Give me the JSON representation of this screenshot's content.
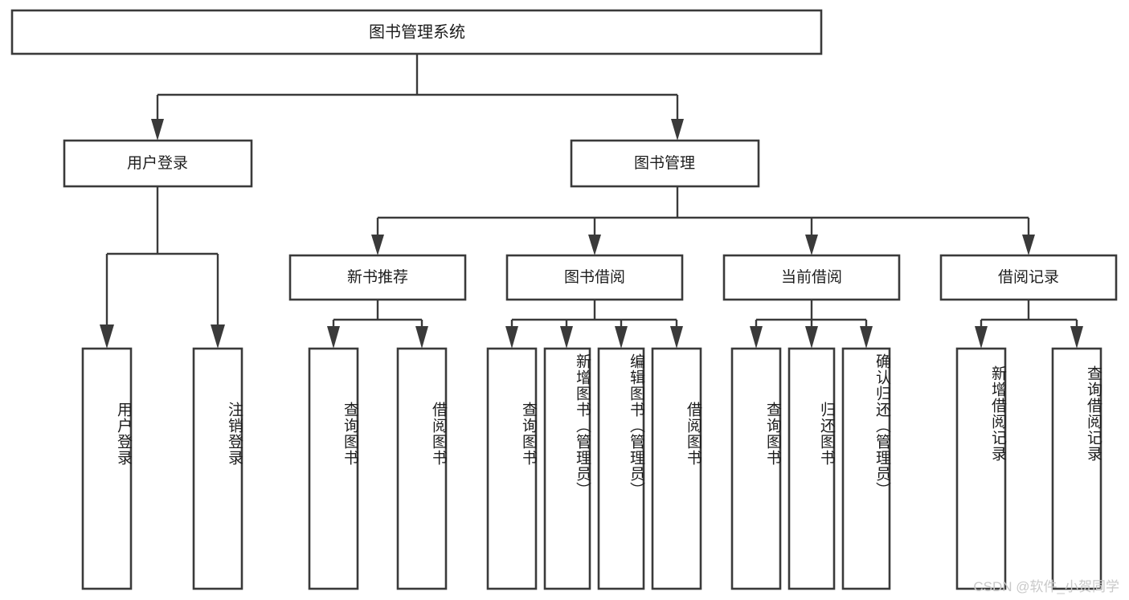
{
  "diagram": {
    "type": "tree",
    "title_node": {
      "label": "图书管理系统"
    },
    "level2": [
      {
        "label": "用户登录"
      },
      {
        "label": "图书管理"
      }
    ],
    "level3": [
      {
        "label": "新书推荐"
      },
      {
        "label": "图书借阅"
      },
      {
        "label": "当前借阅"
      },
      {
        "label": "借阅记录"
      }
    ],
    "leaves": {
      "user_login": [
        {
          "label": "用户登录"
        },
        {
          "label": "注销登录"
        }
      ],
      "new_book_recommend": [
        {
          "label": "查询图书"
        },
        {
          "label": "借阅图书"
        }
      ],
      "book_borrow": [
        {
          "label": "查询图书"
        },
        {
          "label": "新增图书（管理员）"
        },
        {
          "label": "编辑图书（管理员）"
        },
        {
          "label": "借阅图书"
        }
      ],
      "current_borrow": [
        {
          "label": "查询图书"
        },
        {
          "label": "归还图书"
        },
        {
          "label": "确认归还（管理员）"
        }
      ],
      "borrow_record": [
        {
          "label": "新增借阅记录"
        },
        {
          "label": "查询借阅记录"
        }
      ]
    }
  },
  "watermark": {
    "text": "CSDN @软件_小贺同学"
  },
  "colors": {
    "box_stroke": "#3a3a3a",
    "box_fill": "#ffffff",
    "text": "#1d1d1d",
    "watermark": "#c9c9c9",
    "background": "#ffffff"
  }
}
